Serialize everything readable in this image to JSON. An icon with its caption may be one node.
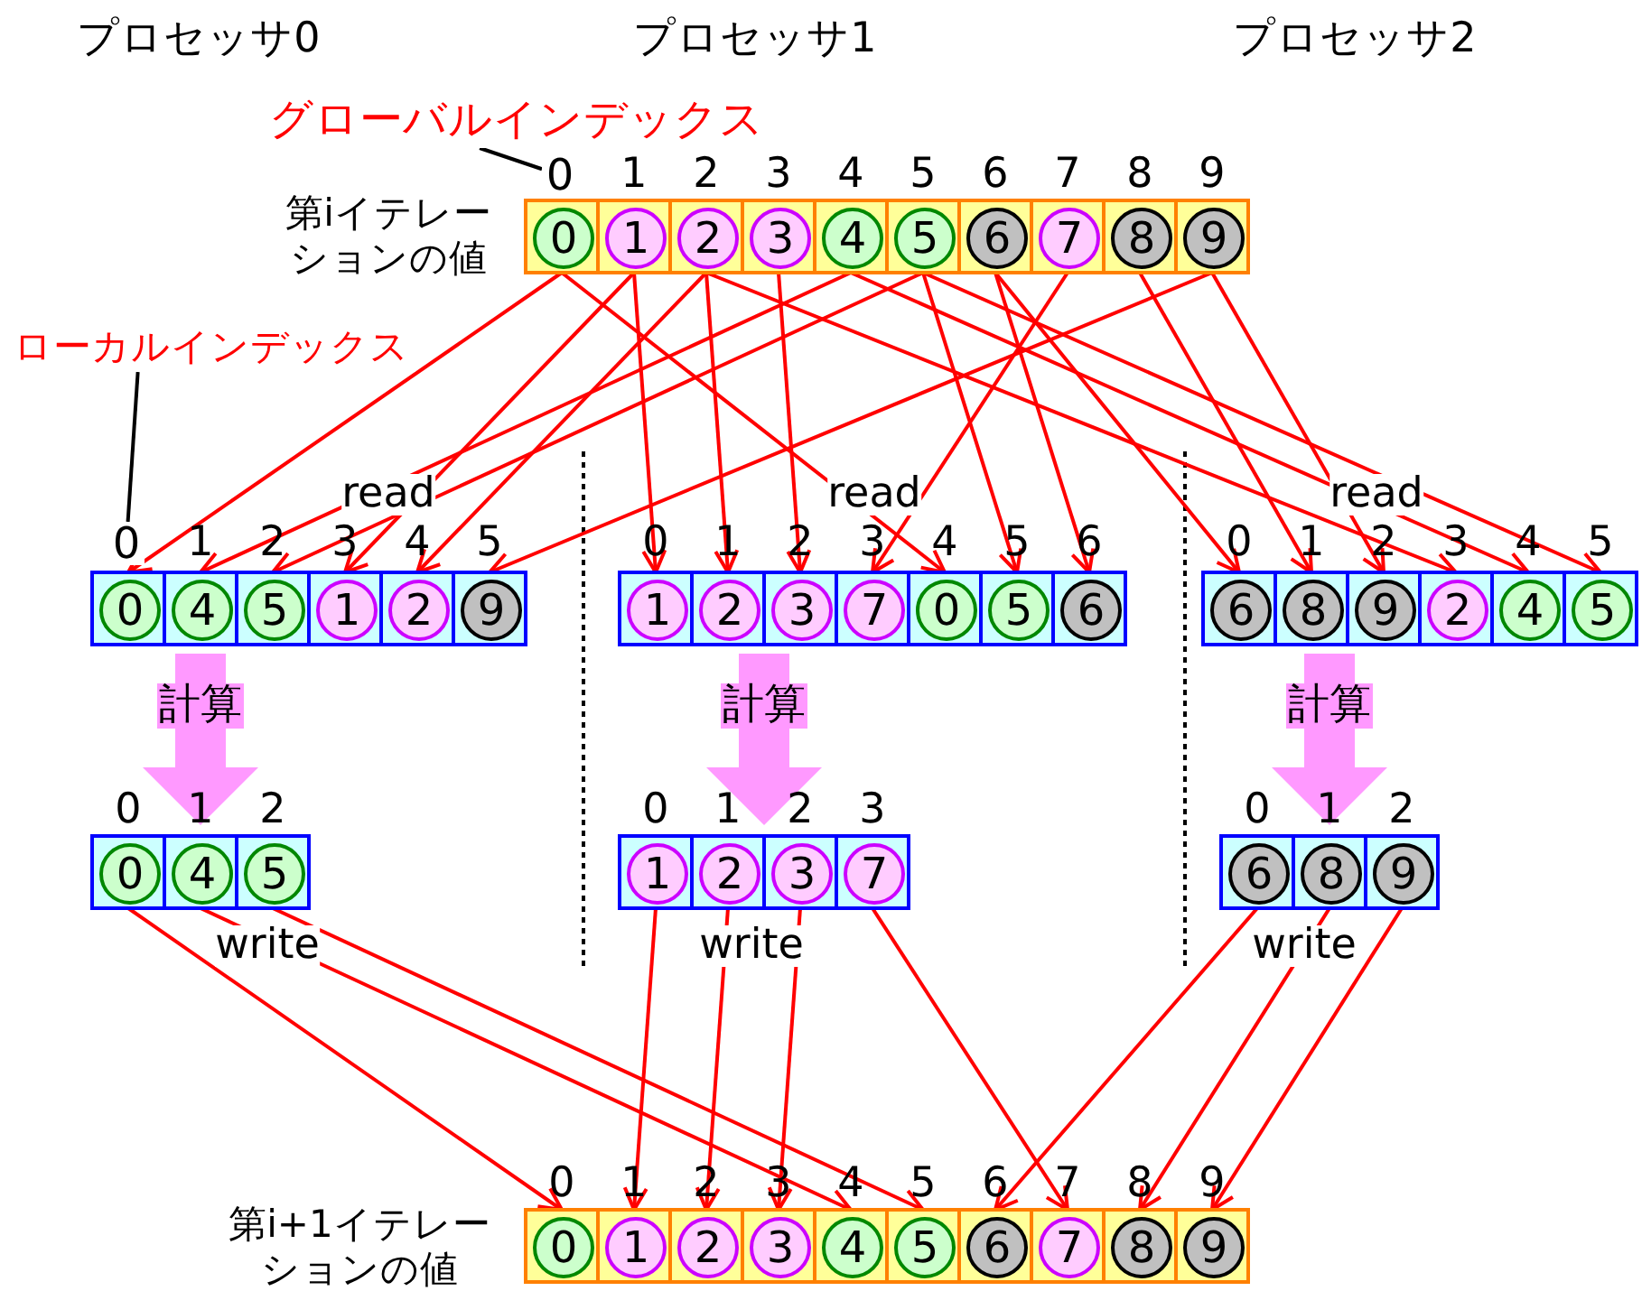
{
  "diagram": {
    "nodes": [
      {
        "text": [
          "グローバルインデックス"
        ]
      },
      {
        "text": [
          "0"
        ]
      },
      {
        "text": [],
        "shape": "box",
        "beside": [
          "第iイテレーションの値"
        ]
      },
      {
        "text": [
          "0"
        ],
        "in": 2
      },
      {
        "text": [
          "1"
        ],
        "in": 2
      },
      {
        "text": [
          "2"
        ],
        "in": 2
      },
      {
        "text": [
          "3"
        ],
        "in": 2
      },
      {
        "text": [
          "4"
        ],
        "in": 2
      },
      {
        "text": [
          "5"
        ],
        "in": 2
      },
      {
        "text": [
          "6"
        ],
        "in": 2
      },
      {
        "text": [
          "7"
        ],
        "in": 2
      },
      {
        "text": [
          "8"
        ],
        "in": 2
      },
      {
        "text": [
          "9"
        ],
        "in": 2
      },
      {
        "text": [
          "ローカルインデックス"
        ]
      },
      {
        "text": [
          "0"
        ]
      },
      {
        "text": [],
        "shape": "box"
      },
      {
        "text": [
          "0"
        ],
        "in": 15
      },
      {
        "text": [
          "4"
        ],
        "in": 15
      },
      {
        "text": [
          "5"
        ],
        "in": 15
      },
      {
        "text": [
          "1"
        ],
        "in": 15
      },
      {
        "text": [
          "2"
        ],
        "in": 15
      },
      {
        "text": [
          "9"
        ],
        "in": 15
      },
      {
        "text": [],
        "shape": "box"
      },
      {
        "text": [
          "1"
        ],
        "in": 22
      },
      {
        "text": [
          "2"
        ],
        "in": 22
      },
      {
        "text": [
          "3"
        ],
        "in": 22
      },
      {
        "text": [
          "7"
        ],
        "in": 22
      },
      {
        "text": [
          "0"
        ],
        "in": 22
      },
      {
        "text": [
          "5"
        ],
        "in": 22
      },
      {
        "text": [
          "6"
        ],
        "in": 22
      },
      {
        "text": [],
        "shape": "box"
      },
      {
        "text": [
          "6"
        ],
        "in": 30
      },
      {
        "text": [
          "8"
        ],
        "in": 30
      },
      {
        "text": [
          "9"
        ],
        "in": 30
      },
      {
        "text": [
          "2"
        ],
        "in": 30
      },
      {
        "text": [
          "4"
        ],
        "in": 30
      },
      {
        "text": [
          "5"
        ],
        "in": 30
      },
      {
        "text": [],
        "shape": "box"
      },
      {
        "text": [
          "0"
        ],
        "in": 37
      },
      {
        "text": [
          "4"
        ],
        "in": 37
      },
      {
        "text": [
          "5"
        ],
        "in": 37
      },
      {
        "text": [],
        "shape": "box"
      },
      {
        "text": [
          "1"
        ],
        "in": 41
      },
      {
        "text": [
          "2"
        ],
        "in": 41
      },
      {
        "text": [
          "3"
        ],
        "in": 41
      },
      {
        "text": [
          "7"
        ],
        "in": 41
      },
      {
        "text": [],
        "shape": "box"
      },
      {
        "text": [
          "6"
        ],
        "in": 46
      },
      {
        "text": [
          "8"
        ],
        "in": 46
      },
      {
        "text": [
          "9"
        ],
        "in": 46
      },
      {
        "text": [],
        "shape": "box",
        "beside": [
          "第i+1イテレーションの値"
        ]
      },
      {
        "text": [
          "0"
        ],
        "in": 50
      },
      {
        "text": [
          "1"
        ],
        "in": 50
      },
      {
        "text": [
          "2"
        ],
        "in": 50
      },
      {
        "text": [
          "3"
        ],
        "in": 50
      },
      {
        "text": [
          "4"
        ],
        "in": 50
      },
      {
        "text": [
          "5"
        ],
        "in": 50
      },
      {
        "text": [
          "6"
        ],
        "in": 50
      },
      {
        "text": [
          "7"
        ],
        "in": 50
      },
      {
        "text": [
          "8"
        ],
        "in": 50
      },
      {
        "text": [
          "9"
        ],
        "in": 50
      }
    ],
    "edges": [
      {
        "from": 0,
        "to": 1,
        "arrow": "none",
        "color": "#000000"
      },
      {
        "from": 13,
        "to": 14,
        "arrow": "none",
        "color": "#000000"
      },
      {
        "from": 3,
        "to": 16,
        "arrow": "to"
      },
      {
        "from": 3,
        "to": 27,
        "arrow": "to"
      },
      {
        "from": 4,
        "to": 19,
        "arrow": "to"
      },
      {
        "from": 4,
        "to": 23,
        "arrow": "to"
      },
      {
        "from": 5,
        "to": 20,
        "arrow": "to"
      },
      {
        "from": 5,
        "to": 24,
        "arrow": "to"
      },
      {
        "from": 5,
        "to": 34,
        "arrow": "to"
      },
      {
        "from": 6,
        "to": 25,
        "arrow": "to"
      },
      {
        "from": 7,
        "to": 17,
        "arrow": "to"
      },
      {
        "from": 7,
        "to": 35,
        "arrow": "to"
      },
      {
        "from": 8,
        "to": 18,
        "arrow": "to"
      },
      {
        "from": 8,
        "to": 28,
        "arrow": "to"
      },
      {
        "from": 8,
        "to": 36,
        "arrow": "to"
      },
      {
        "from": 9,
        "to": 29,
        "arrow": "to"
      },
      {
        "from": 9,
        "to": 31,
        "arrow": "to"
      },
      {
        "from": 10,
        "to": 26,
        "arrow": "to"
      },
      {
        "from": 11,
        "to": 32,
        "arrow": "to"
      },
      {
        "from": 12,
        "to": 21,
        "arrow": "to"
      },
      {
        "from": 12,
        "to": 33,
        "arrow": "to"
      },
      {
        "from": 15,
        "to": 37,
        "arrow": "to",
        "label": "計算",
        "style": "thick",
        "color": "#ff99ff"
      },
      {
        "from": 22,
        "to": 41,
        "arrow": "to",
        "label": "計算",
        "style": "thick",
        "color": "#ff99ff"
      },
      {
        "from": 30,
        "to": 46,
        "arrow": "to",
        "label": "計算",
        "style": "thick",
        "color": "#ff99ff"
      },
      {
        "from": 38,
        "to": 51,
        "arrow": "to"
      },
      {
        "from": 39,
        "to": 55,
        "arrow": "to"
      },
      {
        "from": 40,
        "to": 56,
        "arrow": "to"
      },
      {
        "from": 42,
        "to": 52,
        "arrow": "to"
      },
      {
        "from": 43,
        "to": 53,
        "arrow": "to"
      },
      {
        "from": 44,
        "to": 54,
        "arrow": "to"
      },
      {
        "from": 45,
        "to": 58,
        "arrow": "to"
      },
      {
        "from": 47,
        "to": 57,
        "arrow": "to"
      },
      {
        "from": 48,
        "to": 59,
        "arrow": "to"
      },
      {
        "from": 49,
        "to": 60,
        "arrow": "to"
      }
    ],
    "labels": [
      "プロセッサ0",
      "プロセッサ1",
      "プロセッサ2",
      "1",
      "2",
      "3",
      "4",
      "5",
      "6",
      "7",
      "8",
      "9",
      "read",
      "read",
      "read",
      "1",
      "2",
      "3",
      "4",
      "5",
      "0",
      "1",
      "2",
      "3",
      "4",
      "5",
      "6",
      "0",
      "1",
      "2",
      "3",
      "4",
      "5",
      "0",
      "1",
      "2",
      "0",
      "1",
      "2",
      "3",
      "0",
      "1",
      "2",
      "write",
      "write",
      "write",
      "0",
      "1",
      "2",
      "3",
      "4",
      "5",
      "6",
      "7",
      "8",
      "9"
    ]
  }
}
